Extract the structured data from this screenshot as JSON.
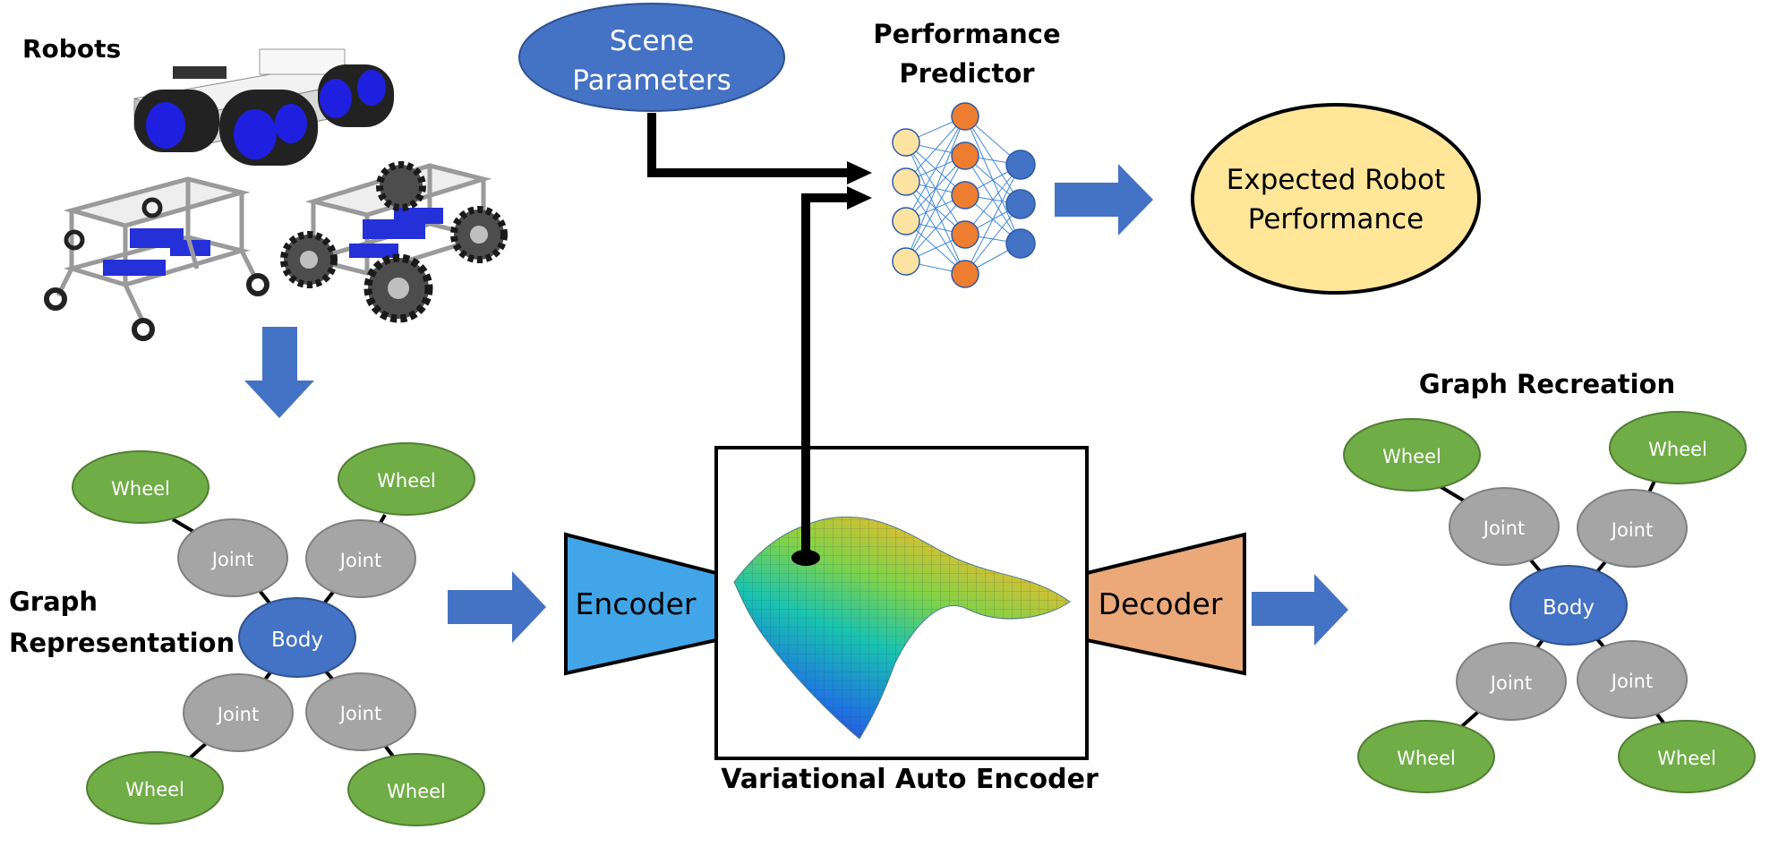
{
  "labels": {
    "robots": "Robots",
    "graph_representation_1": "Graph",
    "graph_representation_2": "Representation",
    "performance_predictor_1": "Performance",
    "performance_predictor_2": "Predictor",
    "graph_recreation": "Graph Recreation",
    "vae": "Variational Auto Encoder"
  },
  "scene_parameters": {
    "line1": "Scene",
    "line2": "Parameters"
  },
  "expected_performance": {
    "line1": "Expected Robot",
    "line2": "Performance"
  },
  "encoder": {
    "label": "Encoder"
  },
  "decoder": {
    "label": "Decoder"
  },
  "graph_left": {
    "body": "Body",
    "joints": [
      "Joint",
      "Joint",
      "Joint",
      "Joint"
    ],
    "wheels": [
      "Wheel",
      "Wheel",
      "Wheel",
      "Wheel"
    ]
  },
  "graph_right": {
    "body": "Body",
    "joints": [
      "Joint",
      "Joint",
      "Joint",
      "Joint"
    ],
    "wheels": [
      "Wheel",
      "Wheel",
      "Wheel",
      "Wheel"
    ]
  },
  "colors": {
    "arrow_blue": "#4472c4",
    "scene_blue": "#4472c4",
    "body_blue": "#4472c4",
    "joint_gray": "#a5a5a5",
    "wheel_green": "#70ad47",
    "performance_yellow": "#ffe699",
    "encoder_blue": "#41a5e8",
    "decoder_orange": "#eba97a",
    "nn_input_yellow": "#fde3a1",
    "nn_hidden_orange": "#ed7d31",
    "nn_output_blue": "#4472c4"
  }
}
